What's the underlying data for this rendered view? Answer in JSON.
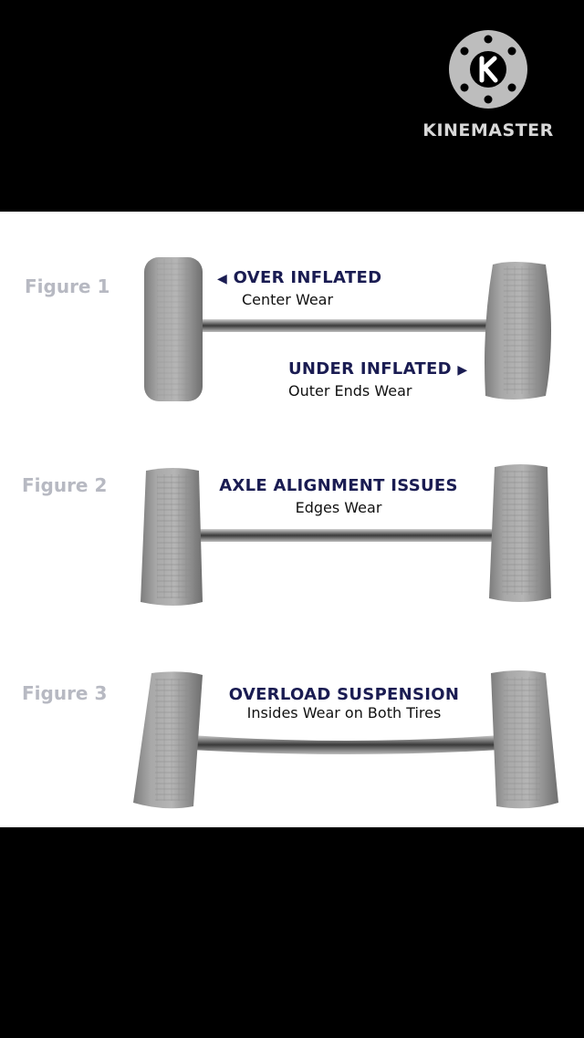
{
  "watermark": {
    "brand": "KINEMASTER",
    "icon": "kinemaster-logo-icon"
  },
  "figures": [
    {
      "label": "Figure 1",
      "captions": [
        {
          "title": "OVER INFLATED",
          "subtitle": "Center Wear",
          "arrow": "left"
        },
        {
          "title": "UNDER INFLATED",
          "subtitle": "Outer Ends Wear",
          "arrow": "right"
        }
      ]
    },
    {
      "label": "Figure 2",
      "captions": [
        {
          "title": "AXLE ALIGNMENT ISSUES",
          "subtitle": "Edges Wear"
        }
      ]
    },
    {
      "label": "Figure 3",
      "captions": [
        {
          "title": "OVERLOAD SUSPENSION",
          "subtitle": "Insides Wear on Both Tires"
        }
      ]
    }
  ],
  "colors": {
    "heading": "#1a1c52",
    "figure_label": "#b7b9c2",
    "tire": "#9a9a9a",
    "background": "#ffffff"
  }
}
